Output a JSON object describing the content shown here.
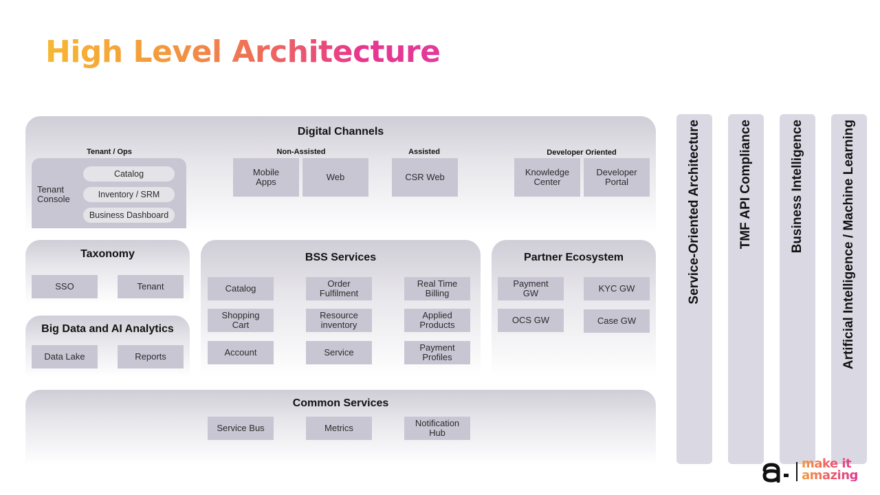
{
  "title": "High Level Architecture",
  "digital_channels": {
    "title": "Digital Channels",
    "groups": {
      "tenant_ops": "Tenant / Ops",
      "non_assisted": "Non-Assisted",
      "assisted": "Assisted",
      "developer": "Developer Oriented"
    },
    "tenant_console": {
      "label": "Tenant Console",
      "items": [
        "Catalog",
        "Inventory / SRM",
        "Business Dashboard"
      ]
    },
    "mobile_apps": "Mobile Apps",
    "web": "Web",
    "csr_web": "CSR Web",
    "knowledge_center": "Knowledge Center",
    "developer_portal": "Developer Portal"
  },
  "taxonomy": {
    "title": "Taxonomy",
    "items": [
      "SSO",
      "Tenant"
    ]
  },
  "big_data": {
    "title": "Big Data and AI Analytics",
    "items": [
      "Data Lake",
      "Reports"
    ]
  },
  "bss": {
    "title": "BSS Services",
    "items": [
      "Catalog",
      "Order Fulfilment",
      "Real Time Billing",
      "Shopping Cart",
      "Resource inventory",
      "Applied Products",
      "Account",
      "Service",
      "Payment Profiles"
    ]
  },
  "partner": {
    "title": "Partner Ecosystem",
    "items": [
      "Payment GW",
      "KYC GW",
      "OCS GW",
      "Case GW"
    ]
  },
  "common": {
    "title": "Common Services",
    "items": [
      "Service Bus",
      "Metrics",
      "Notification Hub"
    ]
  },
  "pillars": [
    "Service-Oriented  Architecture",
    "TMF API Compliance",
    "Business  Intelligence",
    "Artificial Intelligence  /  Machine Learning"
  ],
  "logo": {
    "line1": "make it",
    "line2": "amazing"
  }
}
